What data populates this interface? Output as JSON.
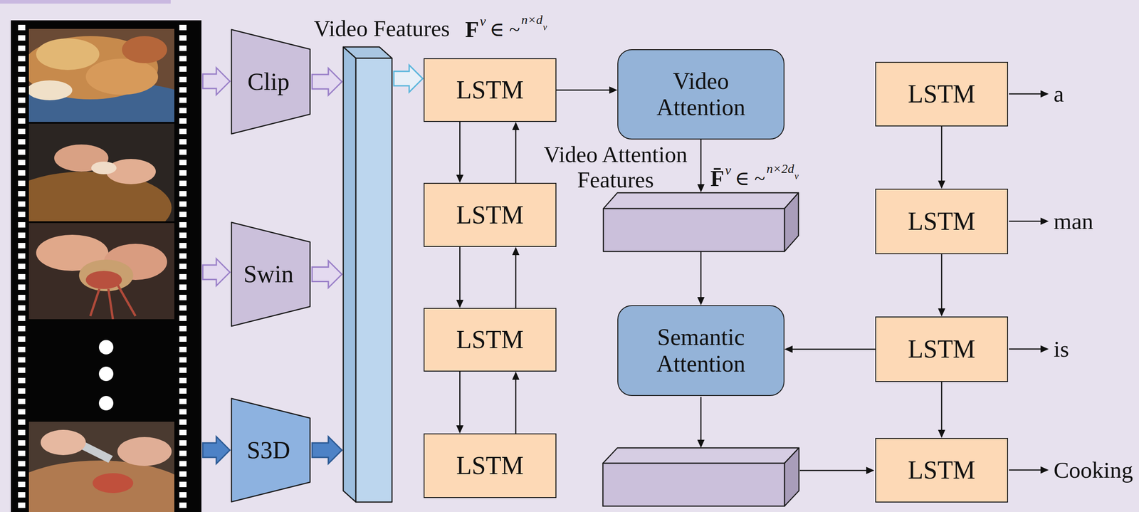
{
  "diagram": {
    "nodes": [
      {
        "text": [
          "Clip"
        ]
      },
      {
        "text": [
          "Swin"
        ]
      },
      {
        "text": [
          "S3D"
        ]
      },
      {
        "text": [
          "Video Features"
        ]
      },
      {
        "text": [
          "LSTM"
        ]
      },
      {
        "text": [
          "LSTM"
        ]
      },
      {
        "text": [
          "LSTM"
        ]
      },
      {
        "text": [
          "LSTM"
        ]
      },
      {
        "text": [
          "Video Attention"
        ]
      },
      {
        "text": [
          "Video Attention Features"
        ]
      },
      {
        "text": [
          "Semantic Attention"
        ]
      },
      {
        "text": [
          "LSTM"
        ]
      },
      {
        "text": [
          "LSTM"
        ]
      },
      {
        "text": [
          "LSTM"
        ]
      },
      {
        "text": [
          "LSTM"
        ]
      }
    ],
    "edges": [
      {
        "from": 0,
        "to": 3,
        "arrow": "to"
      },
      {
        "from": 1,
        "to": 3,
        "arrow": "to"
      },
      {
        "from": 2,
        "to": 3,
        "arrow": "to"
      },
      {
        "from": 3,
        "to": 4,
        "arrow": "to"
      },
      {
        "from": 4,
        "to": 5,
        "arrow": "to"
      },
      {
        "from": 5,
        "to": 6,
        "arrow": "to"
      },
      {
        "from": 6,
        "to": 7,
        "arrow": "to"
      },
      {
        "from": 5,
        "to": 4,
        "arrow": "to"
      },
      {
        "from": 6,
        "to": 5,
        "arrow": "to"
      },
      {
        "from": 7,
        "to": 6,
        "arrow": "to"
      },
      {
        "from": 4,
        "to": 8,
        "arrow": "to"
      },
      {
        "from": 8,
        "to": 9,
        "arrow": "to"
      },
      {
        "from": 9,
        "to": 10,
        "arrow": "to"
      },
      {
        "from": 11,
        "to": 12,
        "arrow": "to"
      },
      {
        "from": 12,
        "to": 13,
        "arrow": "to"
      },
      {
        "from": 13,
        "to": 14,
        "arrow": "to"
      },
      {
        "from": 13,
        "to": 10,
        "arrow": "to"
      }
    ],
    "labels": [
      "F",
      "v",
      "∈ ~",
      "n×d",
      "v",
      "F̄",
      "v",
      "∈ ~",
      "n×2d",
      "v",
      "a",
      "man",
      "is",
      "Cooking"
    ]
  }
}
